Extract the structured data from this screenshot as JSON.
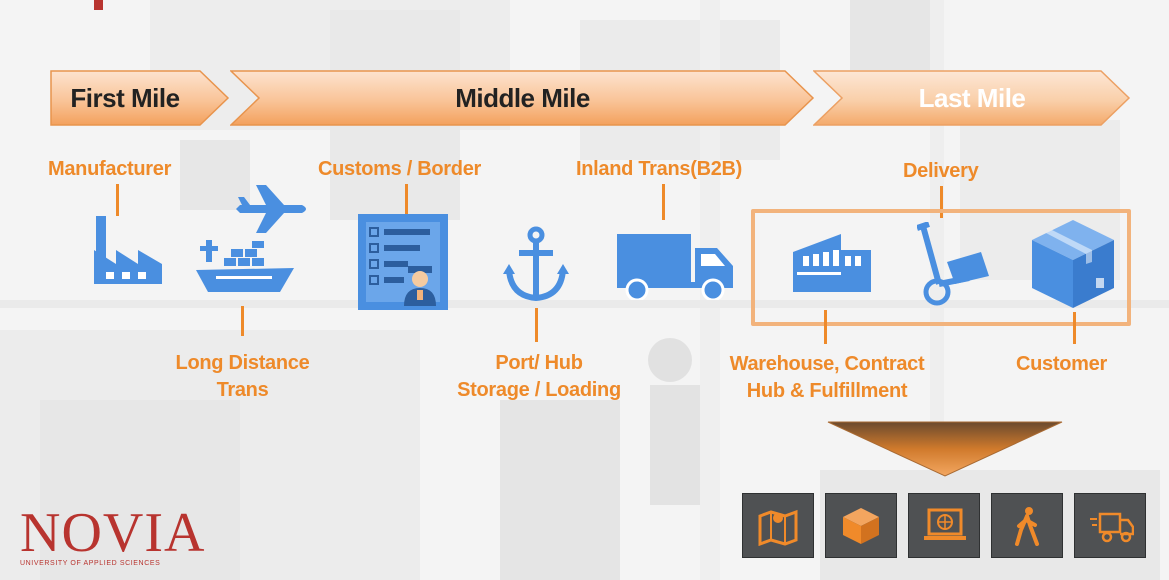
{
  "miles": {
    "first": "First Mile",
    "middle": "Middle Mile",
    "last": "Last Mile"
  },
  "stages": {
    "manufacturer": "Manufacturer",
    "long_distance": [
      "Long Distance",
      "Trans"
    ],
    "customs": "Customs / Border",
    "port": [
      "Port/ Hub",
      "Storage / Loading"
    ],
    "inland": "Inland Trans(B2B)",
    "delivery": "Delivery",
    "warehouse": [
      "Warehouse, Contract",
      "Hub & Fulfillment"
    ],
    "customer": "Customer"
  },
  "tiles": [
    "map-icon",
    "package-icon",
    "laptop-globe-icon",
    "walking-person-icon",
    "fast-delivery-truck-icon"
  ],
  "logo": {
    "name": "NOVIA",
    "subtitle": "UNIVERSITY OF APPLIED SCIENCES"
  },
  "colors": {
    "accent_orange": "#ee8a2a",
    "icon_blue": "#4a8fe0",
    "tile_bg": "#4f5153",
    "logo_red": "#b8342f"
  }
}
